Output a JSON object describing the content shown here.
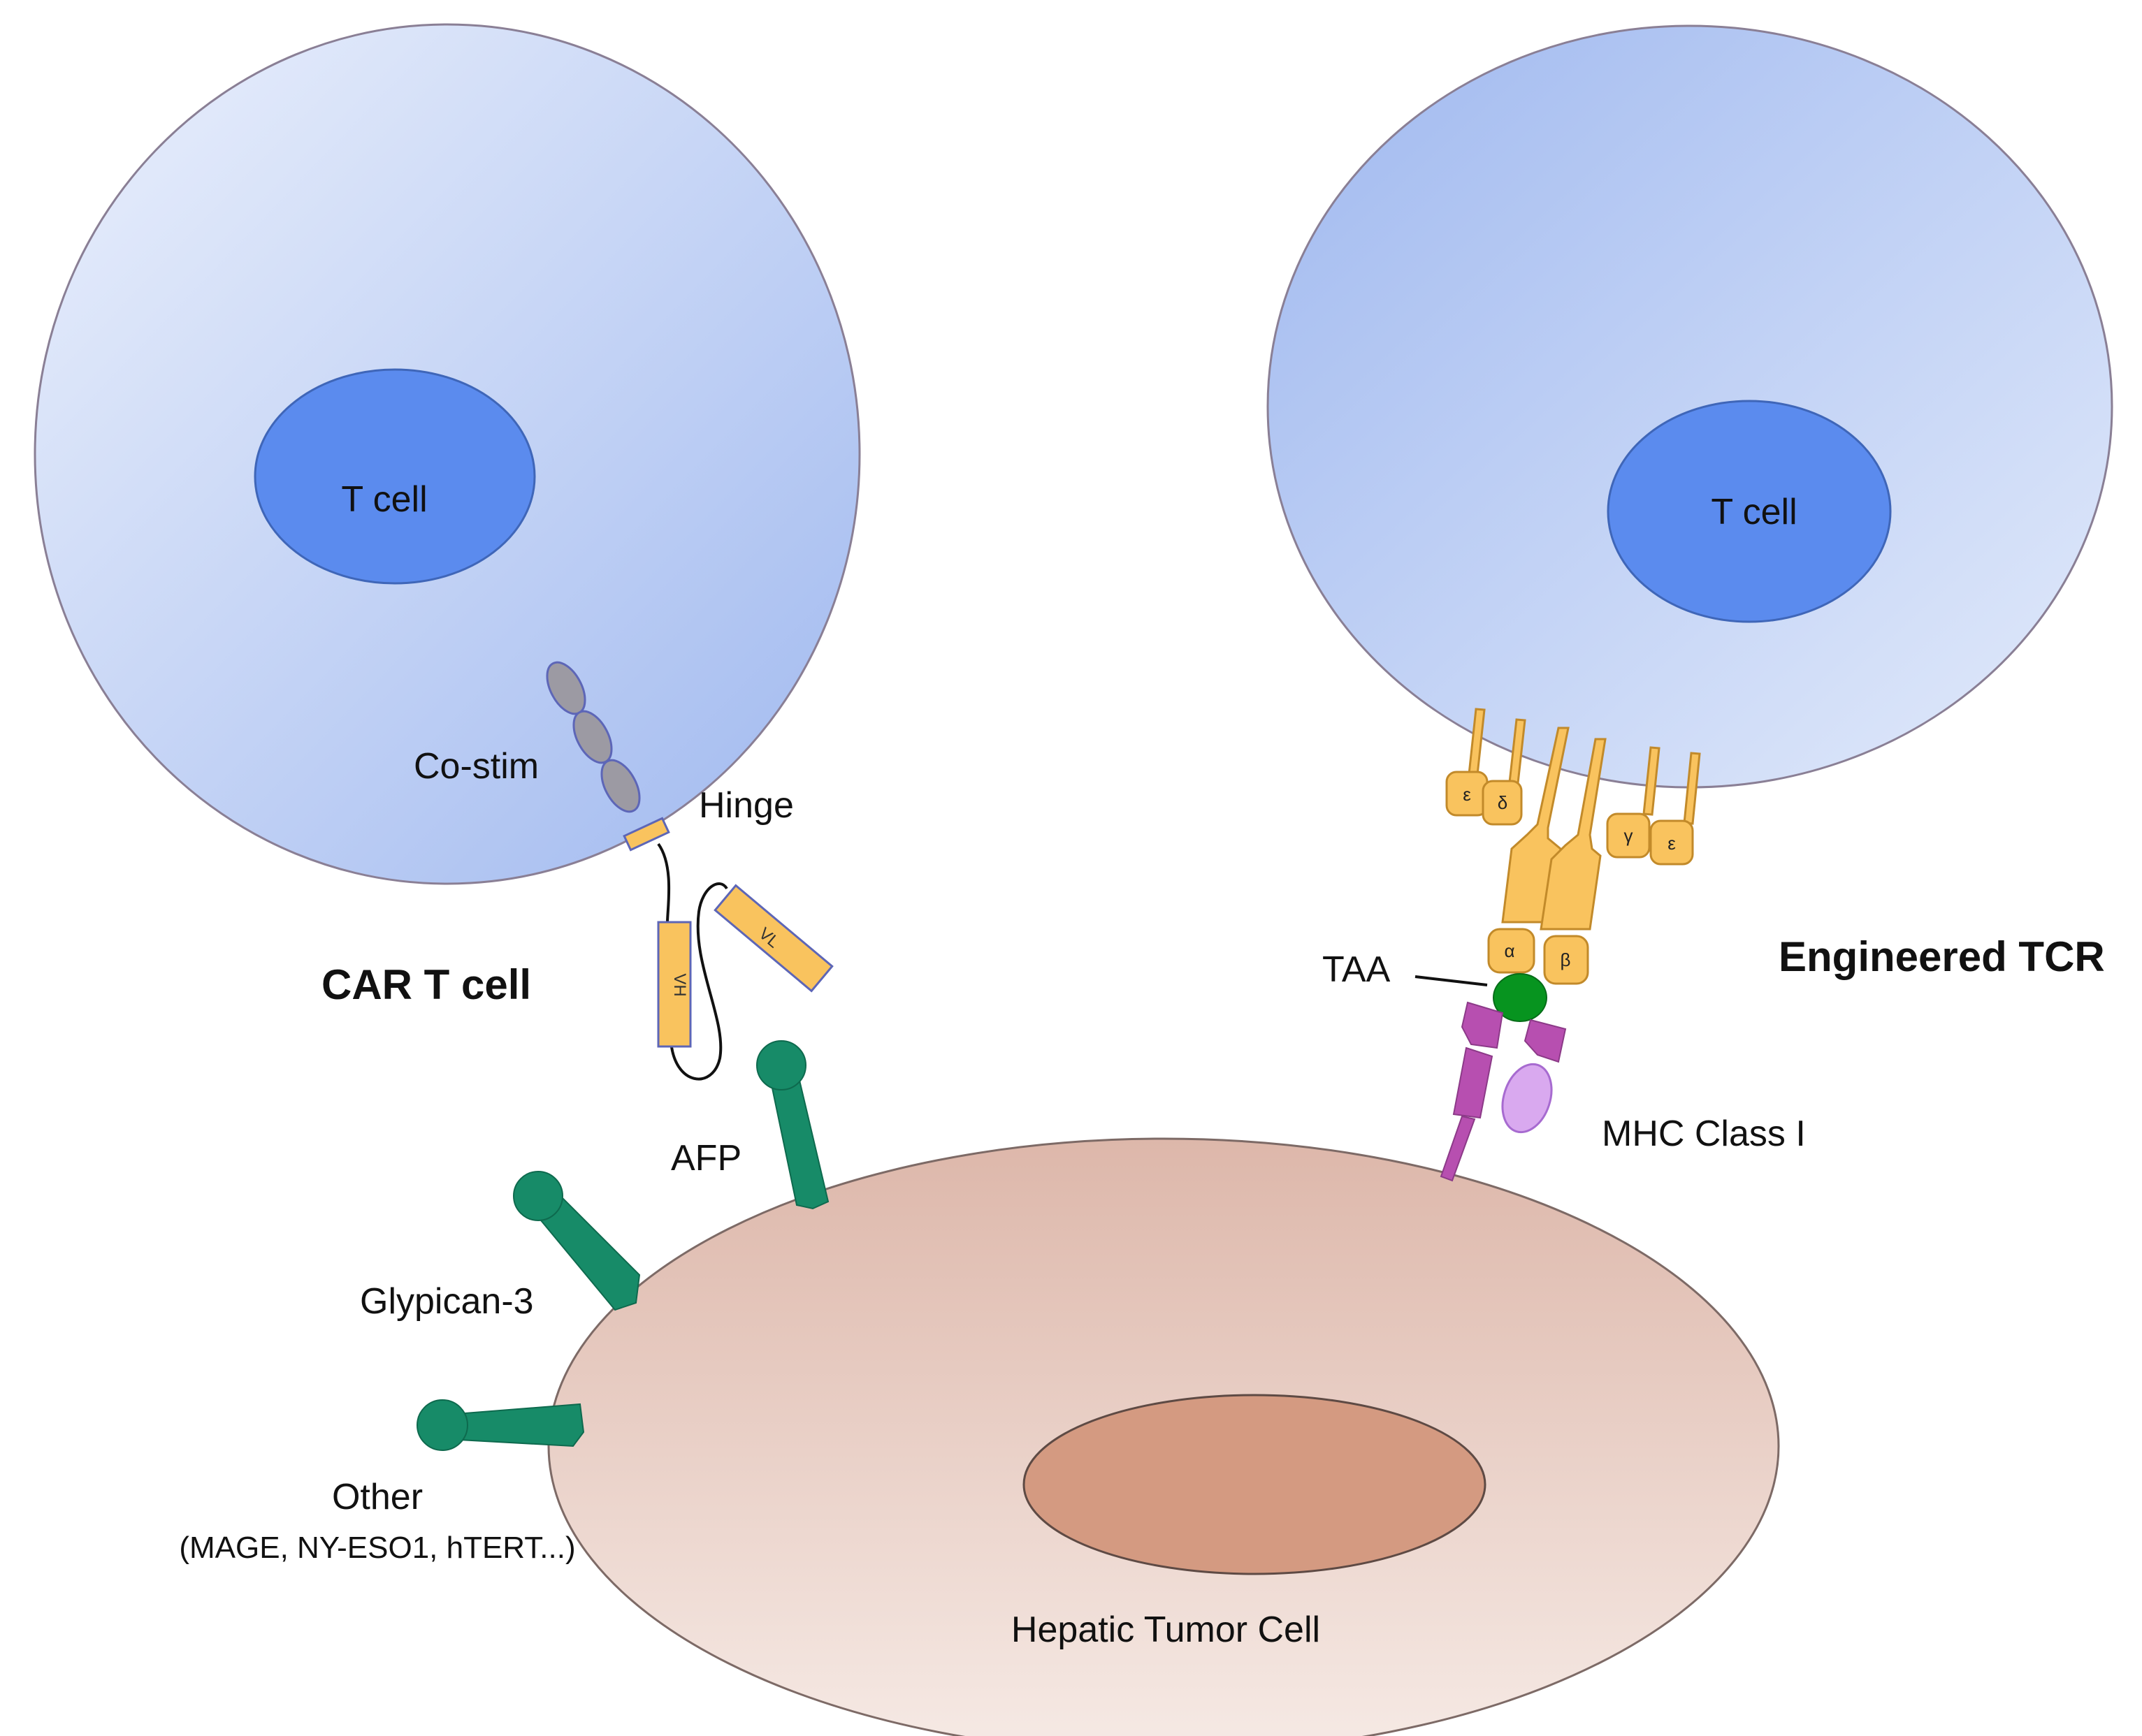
{
  "labels": {
    "car_t_cell": "CAR T cell",
    "left_nucleus": "T cell",
    "right_nucleus": "T cell",
    "costim": "Co-stim",
    "hinge": "Hinge",
    "vh": "VH",
    "vl": "VL",
    "engineered_tcr": "Engineered TCR",
    "taa": "TAA",
    "mhc": "MHC Class I",
    "afp": "AFP",
    "glypican": "Glypican-3",
    "other": "Other",
    "other_examples": "(MAGE, NY-ESO1, hTERT...)",
    "tumor": "Hepatic Tumor Cell"
  },
  "tcr_chains": {
    "epsilon_left": "ε",
    "delta": "δ",
    "gamma": "γ",
    "epsilon_right": "ε",
    "alpha": "α",
    "beta": "β"
  },
  "colors": {
    "t_cell_light": "#e6edfb",
    "t_cell_dark": "#a5bdf0",
    "t_cell_border": "#8a7f95",
    "nucleus": "#5b8bee",
    "receptor": "#f9c35e",
    "costim": "#9c9aa3",
    "antigen": "#178b68",
    "taa": "#07941f",
    "mhc": "#b74fb0",
    "b2m": "#d9a9ef",
    "tumor_light": "#f3e3dd",
    "tumor_dark": "#dfbbaf",
    "tumor_nucleus": "#d49a81"
  }
}
